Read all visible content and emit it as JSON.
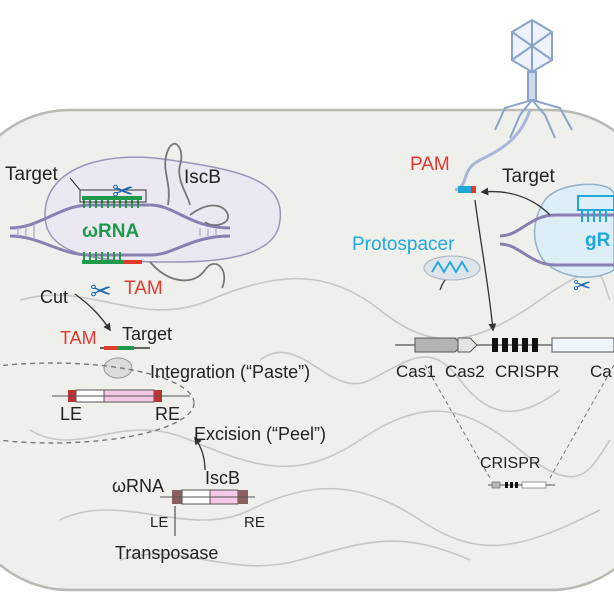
{
  "left_panel": {
    "target": "Target",
    "iscb": "IscB",
    "omega_rna": "ωRNA",
    "tam": "TAM",
    "cut": "Cut",
    "tam2": "TAM",
    "target2": "Target",
    "integration": "Integration (“Paste”)",
    "le": "LE",
    "re": "RE",
    "excision": "Excision (“Peel”)",
    "omega_rna2": "ωRNA",
    "iscb2": "IscB",
    "le2": "LE",
    "re2": "RE",
    "transposase": "Transposase"
  },
  "right_panel": {
    "pam": "PAM",
    "target": "Target",
    "grna_partial": "gR",
    "protospacer": "Protospacer",
    "cas1": "Cas1",
    "cas2": "Cas2",
    "crispr": "CRISPR",
    "ca_partial": "Ca",
    "crispr_small": "CRISPR"
  },
  "colors": {
    "cell_fill": "#efefec",
    "cell_stroke": "#b9b9b4",
    "green": "#1f9a4a",
    "red": "#e03a2f",
    "blue": "#1ea8dc",
    "pink": "#f5c9e6",
    "phage": "#8aa3c9"
  }
}
